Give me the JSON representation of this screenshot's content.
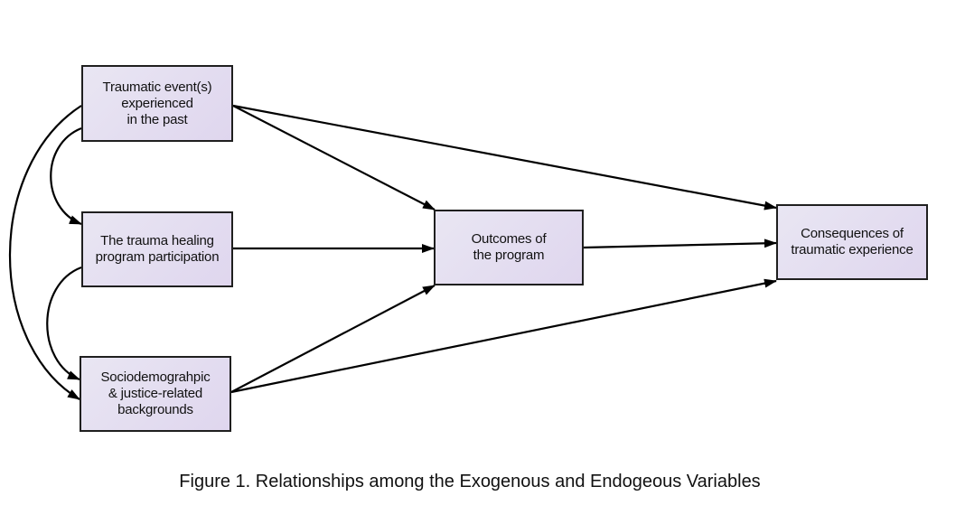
{
  "nodes": {
    "traumatic_event": "Traumatic event(s)\nexperienced\nin the past",
    "program_participation": "The trauma healing\nprogram participation",
    "sociodemographic": "Sociodemograhpic\n& justice-related\nbackgrounds",
    "outcomes": "Outcomes of\nthe program",
    "consequences": "Consequences of\ntraumatic experience"
  },
  "caption": "Figure 1. Relationships among the Exogenous and Endogeous Variables",
  "colors": {
    "box_fill": "#e3dcf0",
    "border": "#1f1f1f",
    "arrow": "#000000"
  }
}
